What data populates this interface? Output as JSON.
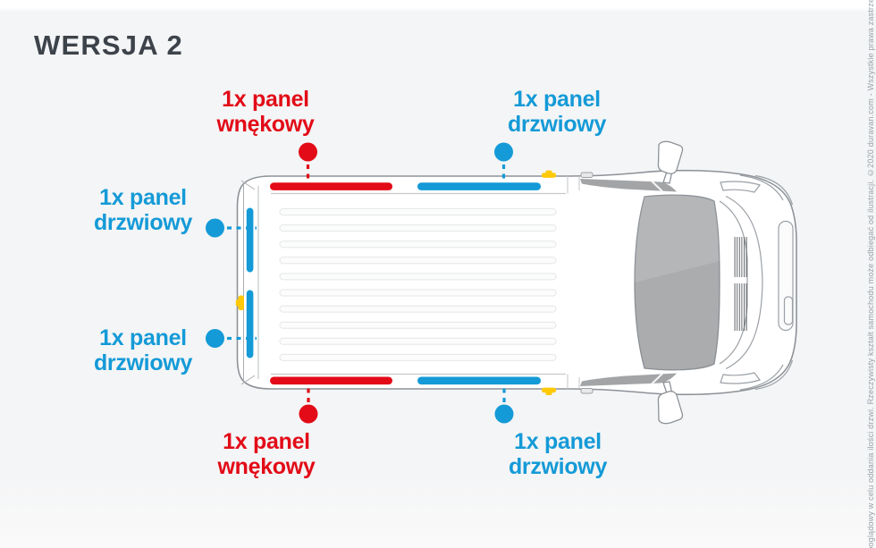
{
  "title": "WERSJA 2",
  "copyright": "*rzut poglądowy w celu oddania ilości drzwi. Rzeczywisty kształt samochodu może odbiegać od ilustracji. ©2020 duravan.com - Wszystkie prawa zastrzeżone.",
  "labels": [
    {
      "id": "top-left",
      "line1": "1x panel",
      "line2": "wnękowy",
      "color": "red"
    },
    {
      "id": "top-right",
      "line1": "1x panel",
      "line2": "drzwiowy",
      "color": "blue"
    },
    {
      "id": "mid-left-1",
      "line1": "1x panel",
      "line2": "drzwiowy",
      "color": "blue"
    },
    {
      "id": "mid-left-2",
      "line1": "1x panel",
      "line2": "drzwiowy",
      "color": "blue"
    },
    {
      "id": "bottom-left",
      "line1": "1x panel",
      "line2": "wnękowy",
      "color": "red"
    },
    {
      "id": "bottom-right",
      "line1": "1x panel",
      "line2": "drzwiowy",
      "color": "blue"
    }
  ],
  "diagram": {
    "subject": "van-top-view",
    "panels": [
      {
        "location": "left-side-front",
        "label": "1x panel wnękowy",
        "color": "red"
      },
      {
        "location": "left-side-rear",
        "label": "1x panel drzwiowy",
        "color": "blue"
      },
      {
        "location": "rear-door-upper",
        "label": "1x panel drzwiowy",
        "color": "blue"
      },
      {
        "location": "rear-door-lower",
        "label": "1x panel drzwiowy",
        "color": "blue"
      },
      {
        "location": "right-side-front",
        "label": "1x panel wnękowy",
        "color": "red"
      },
      {
        "location": "right-side-rear",
        "label": "1x panel drzwiowy",
        "color": "blue"
      }
    ]
  },
  "colors": {
    "red": "#e20b17",
    "blue": "#149ad7",
    "yellow": "#ffc907",
    "title_text": "#3d434a",
    "outline_gray": "#8d9298",
    "copyright_text": "#99a1a9",
    "background": "#f4f5f6"
  }
}
